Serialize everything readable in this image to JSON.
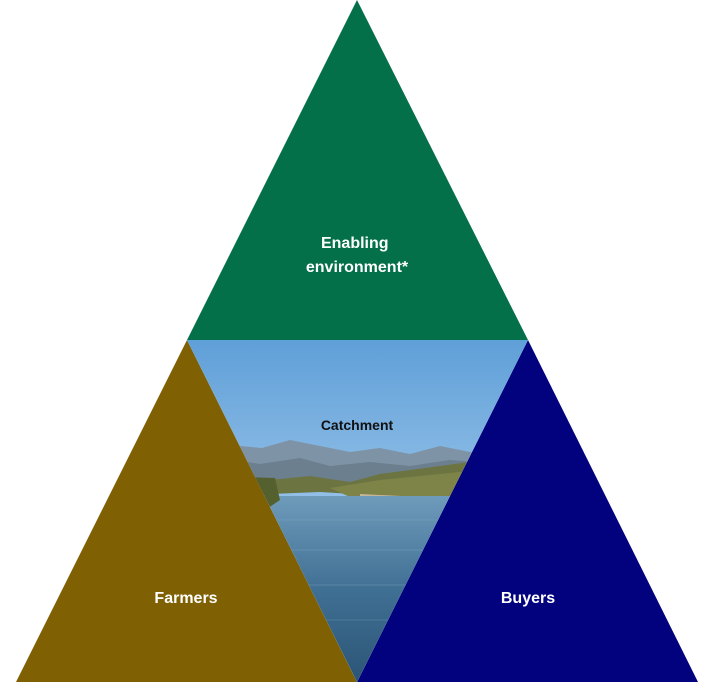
{
  "diagram": {
    "top": {
      "label_line1": "Enabling",
      "label_line2": "environment*",
      "color": "#03704A"
    },
    "left": {
      "label": "Farmers",
      "color": "#7F6003"
    },
    "right": {
      "label": "Buyers",
      "color": "#02027F"
    },
    "center": {
      "label": "Catchment",
      "image": "river-landscape-photo"
    }
  }
}
